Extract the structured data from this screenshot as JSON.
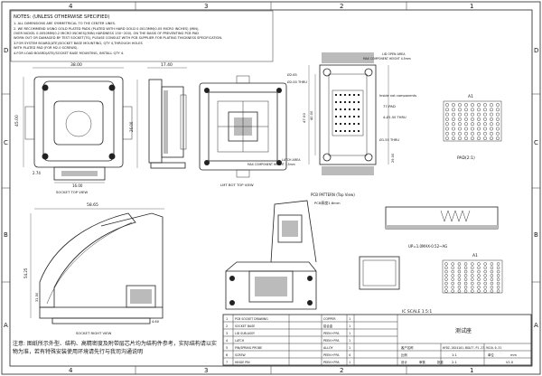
{
  "zones": {
    "top": [
      "4",
      "3",
      "2",
      "1"
    ],
    "side": [
      "D",
      "C",
      "B",
      "A"
    ]
  },
  "notes": {
    "heading": "NOTES: (UNLESS OTHERWISE SPECIFIED)",
    "lines": [
      "1. ALL DIMENSIONS ARE SYMMETRICAL TO THE CENTER LINES.",
      "2. WE RECOMMEND USING GOLD PLATED PADS (PLATED WITH HARD GOLD 0.0013MM(0.05 MICRO INCHES) (MIN),",
      "OVER NICKEL 0.0050MM(0.2 MICRO INCHES)(MIN) HARDNESS 130~200). ON THE BASIS OF PREVENTING PCB PAD",
      "WORN OUT OR DAMAGED BY TEST SOCKET(TS), PLEASE CONSULT WITH PCB SUPPLIER FOR PLATING THICKNESS SPECIFICATION.",
      "3.FOR SYSTEM BOARD(ATE)/SOCKET BASE MOUNTING, QTY 4,THROUGH HOLES",
      "WITH PLATED PAD (FOR M2.0 SCREWS).",
      "4.FOR LOAD BOARD(ATE)/SOCKET BASE MOUNTING, INSTALL QTY 4."
    ]
  },
  "views": {
    "socket_top": {
      "title": "SOCKET TOP VIEW",
      "dim_width": "38.00",
      "dim_height": "45.00",
      "dim_bottom": "2.74",
      "dim_bottom2": "16.00"
    },
    "socket_side": {
      "dim_top": "17.40",
      "dim_side": "26.00"
    },
    "lmt_bot_top": {
      "title": "LMT BOT TOP VIEW"
    },
    "pcb_pattern": {
      "title": "PCB PATTERN (Top View)",
      "subtitle": "PCB厚度1.6mm",
      "label_hole": "Ø2.00 THRU",
      "label_dia": "Ø2.65",
      "label_pads": "77-PAD",
      "label_npth": "4-Ø1.50 THRU",
      "label_small": "Ø1.55 THRU",
      "label_latch": "LATCH AREA",
      "label_latch_note": "MAX COMPONENT HEIGHT 1.5mm",
      "label_open": "LID OPEN AREA",
      "label_open_note": "MAX COMPONENT HEIGHT 4.5mm",
      "label_component": "Inside not components",
      "dim_total": "47.00",
      "dim_inner": "40.00",
      "dim_side": "29.00"
    },
    "pad": {
      "label_corner": "A1",
      "title": "PAD(2:1)"
    },
    "socket_side_view": {
      "title": "SOCKET RIGHT VIEW",
      "dim_top": "58.65",
      "dim_h1": "54.25",
      "dim_h2": "31.50",
      "dim_bot": "4.60"
    },
    "ic": {
      "label_up": "UP=1.0MAX-0.52~AG",
      "label_a1": "A1",
      "title": "IC SCALE 1.5:1"
    }
  },
  "footer": {
    "note": "注意: 图纸所示外型、结构、高精密度及附带层芯片均为结构件参考，实际结构请以实物为准，若有特殊安装使用环境请先行与我司沟通说明",
    "revision_rows": [
      {
        "no": "1",
        "desc": "PCB SOCKET  DRAWING",
        "qty": "1"
      },
      {
        "no": "2",
        "desc": "SOCKET BASE",
        "qty": "1"
      },
      {
        "no": "3",
        "desc": "LID SUB-ASSY",
        "qty": "1"
      },
      {
        "no": "4",
        "desc": "LATCH",
        "qty": "1"
      },
      {
        "no": "5",
        "desc": "PIN/SPRING PROBE",
        "qty": "1"
      },
      {
        "no": "6",
        "desc": "SCREW",
        "qty": "4"
      },
      {
        "no": "7",
        "desc": "HINGE PIN",
        "qty": "1"
      }
    ],
    "materials": [
      "COPPER",
      "铝合金",
      "PEEK+PFA",
      "PEEK+PFA",
      "ALLOY",
      "PEEK+PFA",
      "PEEK+PFA"
    ],
    "title_block": {
      "company_label": "测试座",
      "customer": "客户名称",
      "part_no": "HYDZ-2024101-BGA77-P1.27-9X10-0.31",
      "scale_label": "比例",
      "scale": "1:1",
      "unit_label": "单位",
      "unit": "mm",
      "sheet": "2-1",
      "version": "V1.0",
      "drawn": "设计",
      "checked": "审核",
      "approved": "批准"
    }
  }
}
